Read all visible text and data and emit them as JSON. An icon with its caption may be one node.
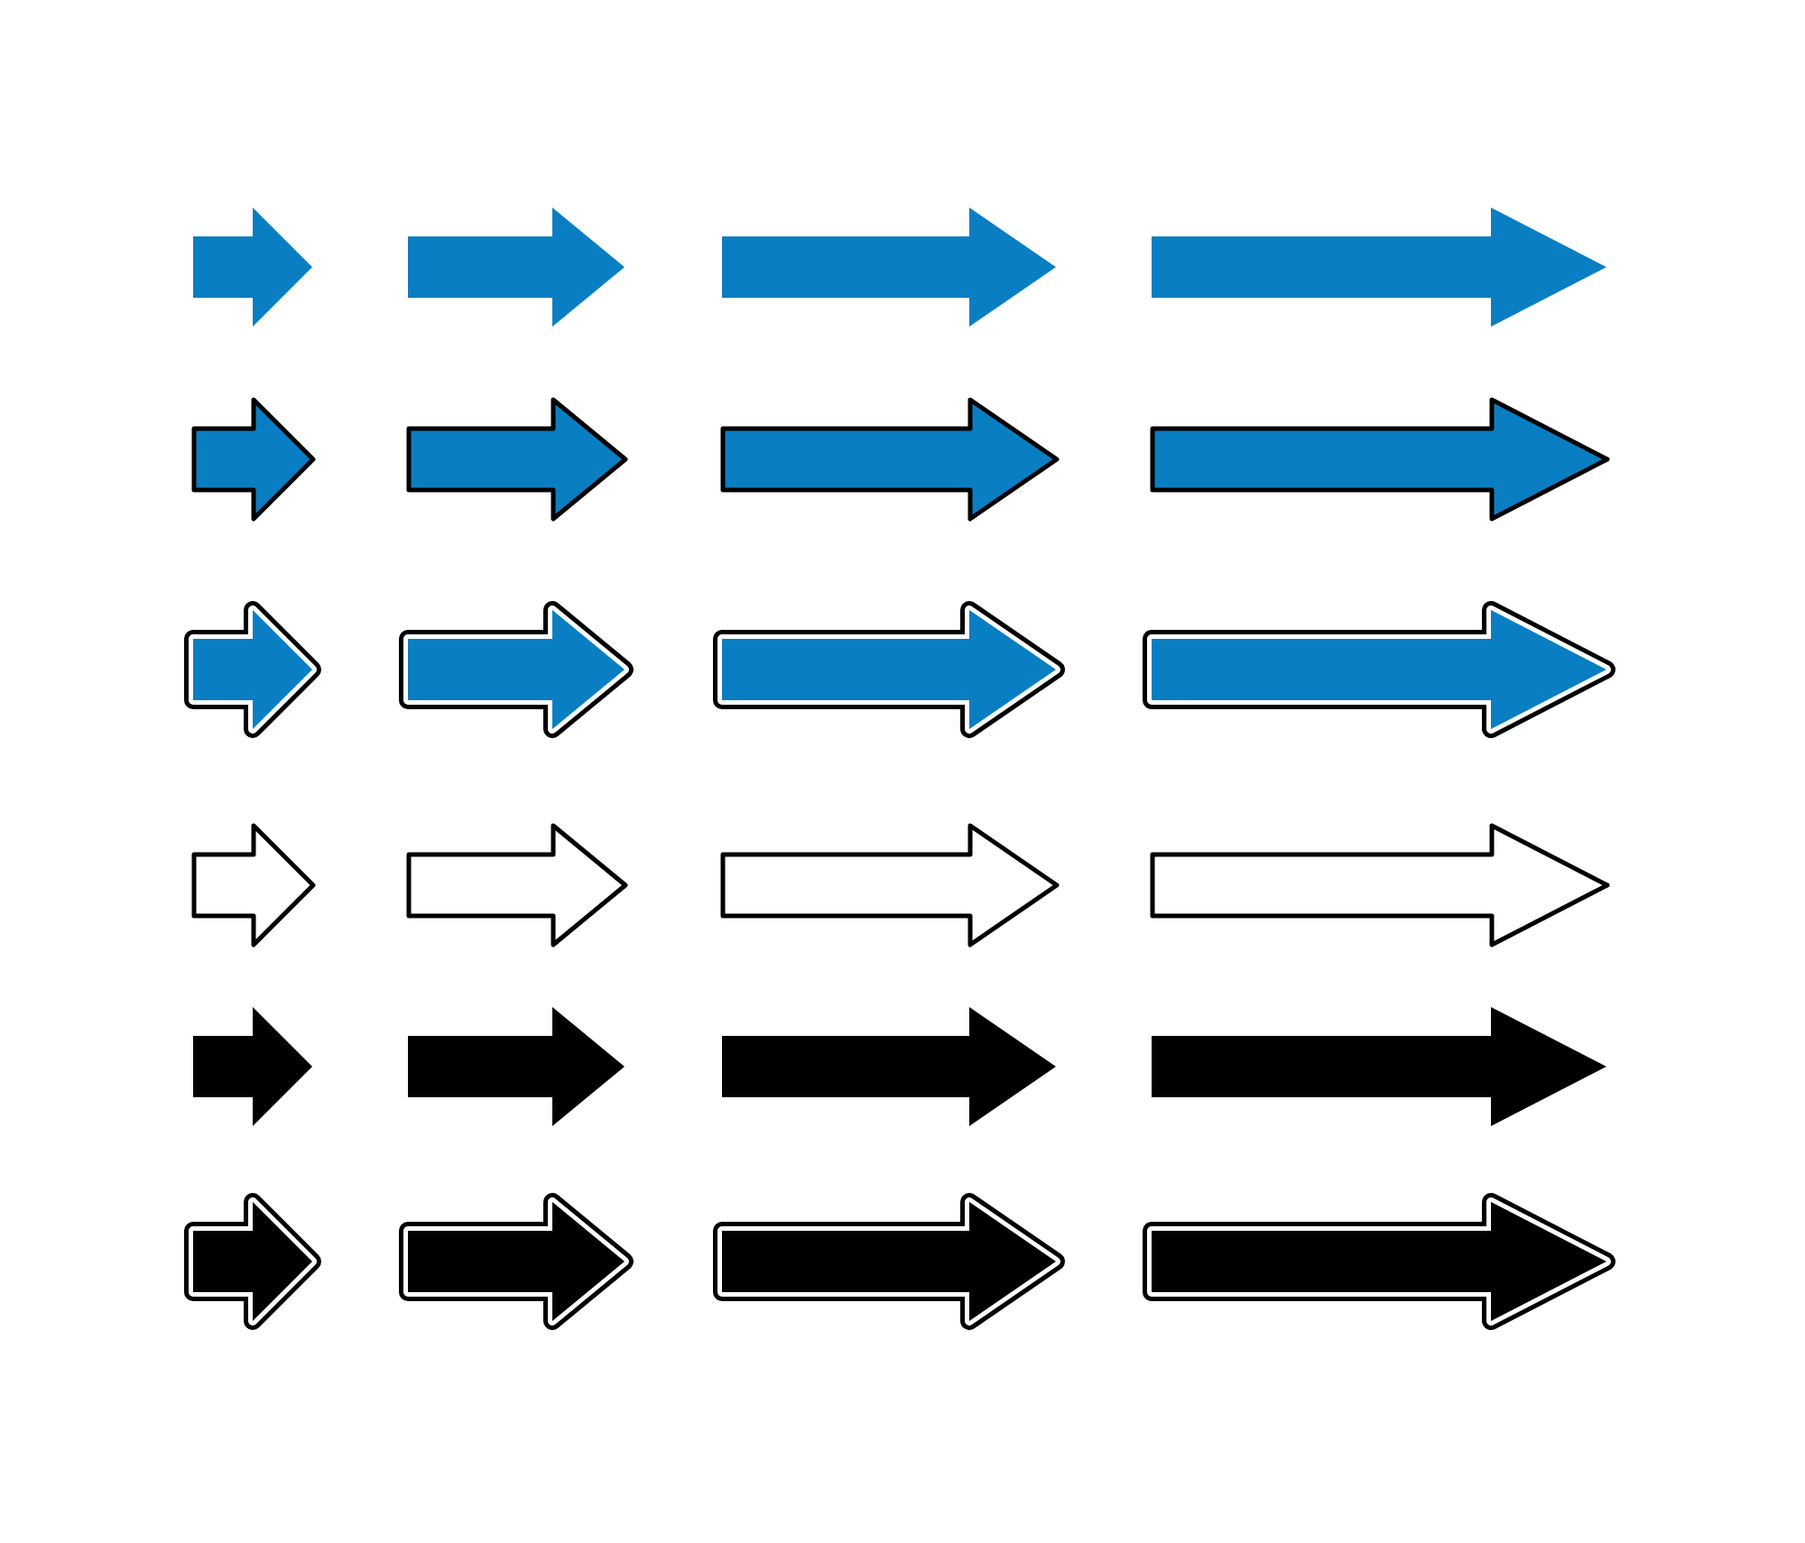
{
  "diagram": {
    "nodes": [
      {
        "text": [],
        "shape": "arrow"
      },
      {
        "text": [],
        "shape": "arrow"
      },
      {
        "text": [],
        "shape": "arrow"
      },
      {
        "text": [],
        "shape": "arrow"
      },
      {
        "text": [],
        "shape": "arrow"
      },
      {
        "text": [],
        "shape": "arrow"
      },
      {
        "text": [],
        "shape": "arrow"
      },
      {
        "text": [],
        "shape": "arrow"
      },
      {
        "text": [],
        "shape": "arrow"
      },
      {
        "text": [],
        "shape": "arrow"
      },
      {
        "text": [],
        "shape": "arrow"
      },
      {
        "text": [],
        "shape": "arrow"
      },
      {
        "text": [],
        "shape": "arrow"
      },
      {
        "text": [],
        "shape": "arrow"
      },
      {
        "text": [],
        "shape": "arrow"
      },
      {
        "text": [],
        "shape": "arrow"
      },
      {
        "text": [],
        "shape": "arrow"
      },
      {
        "text": [],
        "shape": "arrow"
      },
      {
        "text": [],
        "shape": "arrow"
      },
      {
        "text": [],
        "shape": "arrow"
      },
      {
        "text": [],
        "shape": "arrow"
      },
      {
        "text": [],
        "shape": "arrow"
      },
      {
        "text": [],
        "shape": "arrow"
      },
      {
        "text": [],
        "shape": "arrow"
      }
    ]
  }
}
